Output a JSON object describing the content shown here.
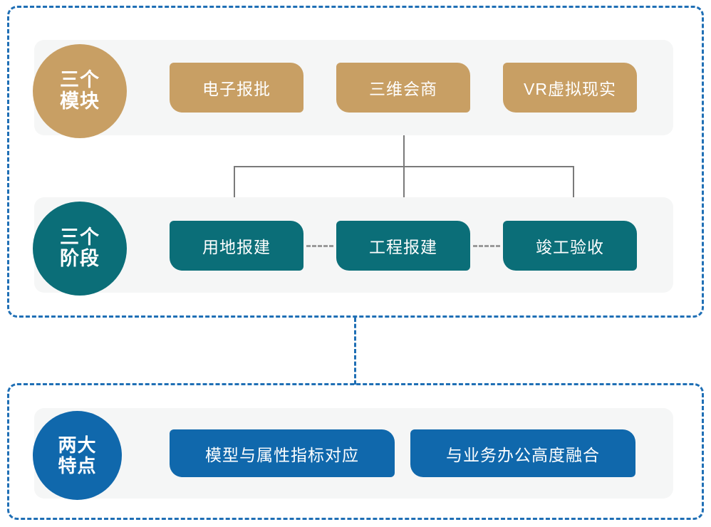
{
  "diagram": {
    "theme": {
      "dashed_border_color": "#1F6FB5",
      "panel_bg": "#f5f6f6",
      "gold": "#c89f64",
      "teal": "#0b6e78",
      "blue": "#1068ac",
      "connector_gray": "#7a7a7a"
    },
    "groups": [
      {
        "id": "system-structure",
        "rows": [
          {
            "id": "modules",
            "circle": {
              "line1": "三个",
              "line2": "模块"
            },
            "chips": [
              {
                "label": "电子报批"
              },
              {
                "label": "三维会商"
              },
              {
                "label": "VR虚拟现实"
              }
            ]
          },
          {
            "id": "stages",
            "circle": {
              "line1": "三个",
              "line2": "阶段"
            },
            "chips": [
              {
                "label": "用地报建"
              },
              {
                "label": "工程报建"
              },
              {
                "label": "竣工验收"
              }
            ]
          }
        ]
      },
      {
        "id": "features",
        "rows": [
          {
            "id": "features",
            "circle": {
              "line1": "两大",
              "line2": "特点"
            },
            "chips": [
              {
                "label": "模型与属性指标对应"
              },
              {
                "label": "与业务办公高度融合"
              }
            ]
          }
        ]
      }
    ]
  }
}
